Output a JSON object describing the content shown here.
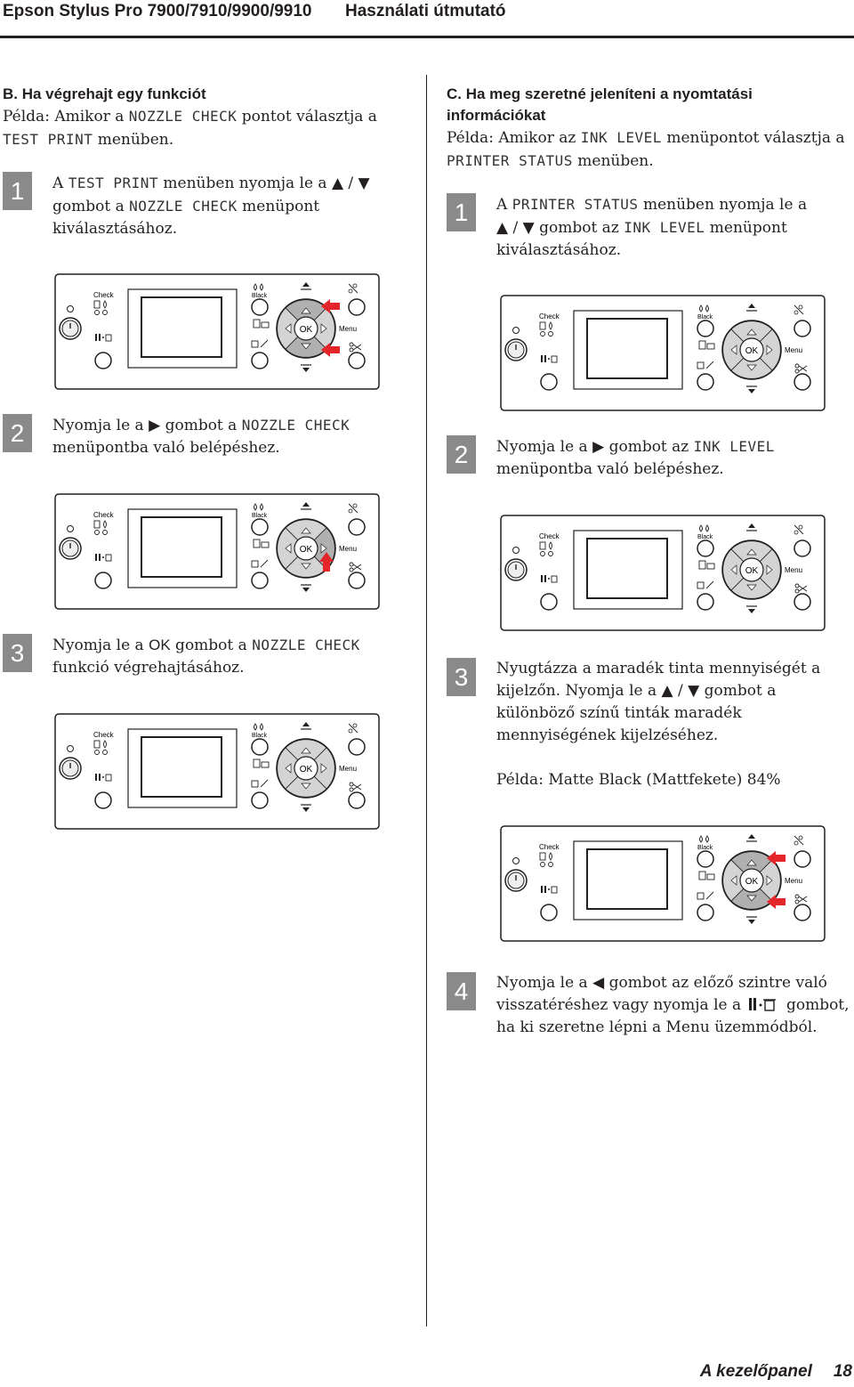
{
  "header": {
    "product": "Epson Stylus Pro 7900/7910/9900/9910",
    "doc": "Használati útmutató"
  },
  "left": {
    "heading": "B. Ha végrehajt egy funkciót",
    "intro": {
      "a": "Példa: Amikor a ",
      "m1": "NOZZLE CHECK",
      "b": " pontot választja a",
      "m2": "TEST PRINT",
      "c": " menüben."
    },
    "step1": {
      "num": "1",
      "a": "A ",
      "m1": "TEST PRINT",
      "b": " menüben nyomja le a ",
      "arrows": "▲ / ▼",
      "c": "gombot a ",
      "m2": "NOZZLE CHECK",
      "d": " menüpont",
      "e": "kiválasztásához."
    },
    "step2": {
      "num": "2",
      "a": "Nyomja le a ",
      "arrow": "▶",
      "b": " gombot a ",
      "m1": "NOZZLE CHECK",
      "c": "menüpontba való belépéshez."
    },
    "step3": {
      "num": "3",
      "a": "Nyomja le a ",
      "ok": "OK",
      "b": " gombot a ",
      "m1": "NOZZLE CHECK",
      "c": "funkció végrehajtásához."
    }
  },
  "right": {
    "heading1": "C. Ha meg szeretné jeleníteni a nyomtatási",
    "heading2": "információkat",
    "intro": {
      "a": "Példa: Amikor az ",
      "m1": "INK LEVEL",
      "b": " menüpontot választja a",
      "m2": "PRINTER STATUS",
      "c": " menüben."
    },
    "step1": {
      "num": "1",
      "a": "A ",
      "m1": "PRINTER STATUS",
      "b": " menüben nyomja le a",
      "arrows": "▲ / ▼",
      "c": " gombot az ",
      "m2": "INK LEVEL",
      "d": " menüpont",
      "e": "kiválasztásához."
    },
    "step2": {
      "num": "2",
      "a": "Nyomja le a ",
      "arrow": "▶",
      "b": " gombot az ",
      "m1": "INK LEVEL",
      "c": "menüpontba való belépéshez."
    },
    "step3": {
      "num": "3",
      "l1": "Nyugtázza a maradék tinta mennyiségét a",
      "l2a": "kijelzőn. Nyomja le a ",
      "arrows": "▲ / ▼",
      "l2b": " gombot a",
      "l3": "különböző színű tinták maradék",
      "l4": "mennyiségének kijelzéséhez.",
      "example": "Példa: Matte Black (Mattfekete) 84%"
    },
    "step4": {
      "num": "4",
      "l1a": "Nyomja le a ",
      "arrow": "◀",
      "l1b": " gombot az előző szintre való",
      "l2a": "visszatéréshez vagy nyomja le a ",
      "l2b": " gombot,",
      "l3": "ha ki szeretne lépni a Menu üzemmódból."
    }
  },
  "panel": {
    "check": "Check",
    "black": "Black",
    "ok": "OK",
    "menu": "Menu"
  },
  "footer": {
    "section": "A kezelőpanel",
    "page": "18"
  },
  "colors": {
    "accent": "#e4262b",
    "step_box": "#8a8a8a"
  }
}
